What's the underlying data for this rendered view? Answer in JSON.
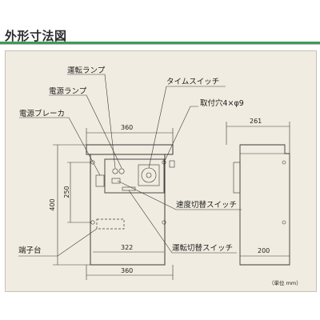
{
  "header": {
    "title": "外形寸法図",
    "accent_color": "#3f9b57"
  },
  "callouts": {
    "operation_lamp": "運転ランプ",
    "power_lamp": "電源ランプ",
    "power_breaker": "電源ブレーカ",
    "time_switch": "タイムスイッチ",
    "mounting_holes": "取付穴4×φ9",
    "speed_switch": "速度切替スイッチ",
    "terminal_block": "端子台",
    "run_switch": "運転切替スイッチ"
  },
  "dimensions": {
    "front_top_width": "360",
    "front_bottom_width": "360",
    "hole_pitch_width": "322",
    "height": "400",
    "hole_pitch_height": "250",
    "side_depth_top": "261",
    "side_depth_bottom": "200"
  },
  "unit_note": "（単位 mm）"
}
